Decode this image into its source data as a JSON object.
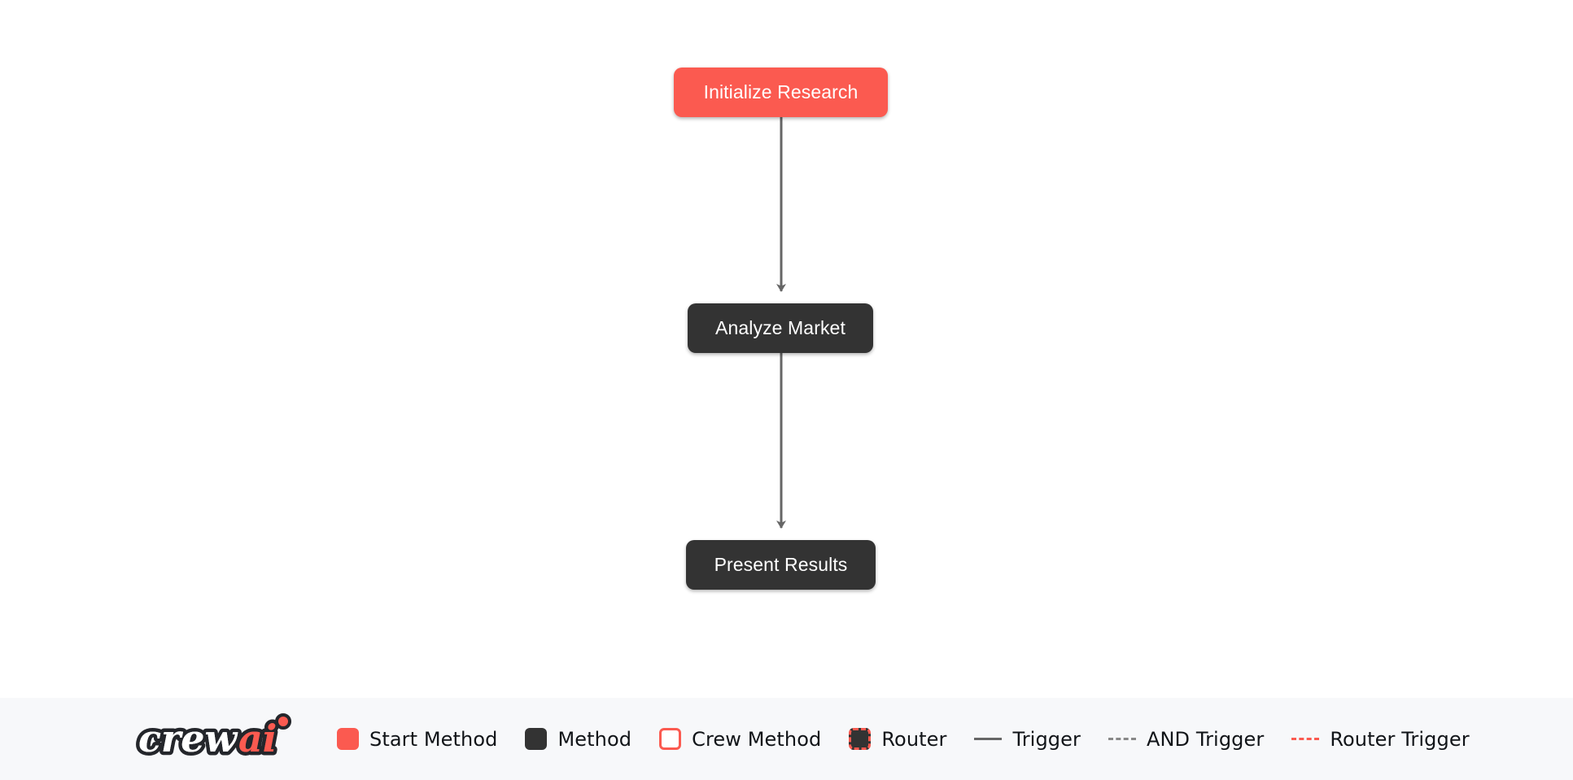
{
  "flow": {
    "nodes": [
      {
        "id": "initialize-research",
        "label": "Initialize Research",
        "type": "start-method"
      },
      {
        "id": "analyze-market",
        "label": "Analyze Market",
        "type": "method"
      },
      {
        "id": "present-results",
        "label": "Present Results",
        "type": "method"
      }
    ],
    "edges": [
      {
        "from": "initialize-research",
        "to": "analyze-market",
        "type": "trigger"
      },
      {
        "from": "analyze-market",
        "to": "present-results",
        "type": "trigger"
      }
    ]
  },
  "legend": {
    "brand": "crewai",
    "brand_part_dark": "crew",
    "brand_part_accent": "ai",
    "items": [
      {
        "icon": "start-method-swatch",
        "label": "Start Method"
      },
      {
        "icon": "method-swatch",
        "label": "Method"
      },
      {
        "icon": "crew-method-swatch",
        "label": "Crew Method"
      },
      {
        "icon": "router-swatch",
        "label": "Router"
      },
      {
        "icon": "trigger-line",
        "label": "Trigger"
      },
      {
        "icon": "and-trigger-line",
        "label": "AND Trigger"
      },
      {
        "icon": "router-trigger-line",
        "label": "Router Trigger"
      }
    ]
  },
  "colors": {
    "accent": "#FB5A50",
    "method_dark": "#333333",
    "edge_gray": "#666666",
    "and_trigger_gray": "#888888",
    "canvas_bg": "#FFFFFF",
    "legend_bg": "#F7F8FA",
    "node_text": "#FFFFFF",
    "legend_text": "#111418"
  }
}
